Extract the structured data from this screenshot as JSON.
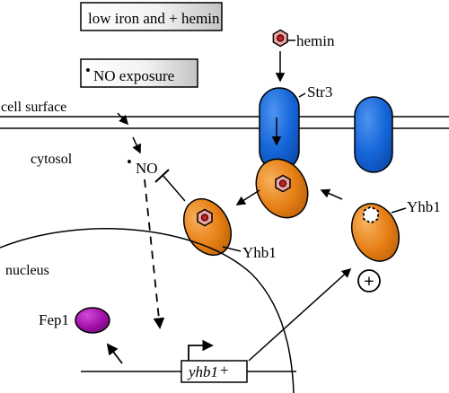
{
  "condition_box": {
    "text": "low iron and + hemin"
  },
  "no_box": {
    "bullet": "•",
    "text": "NO exposure"
  },
  "labels": {
    "hemin": "hemin",
    "str3": "Str3",
    "cell_surface": "cell surface",
    "cytosol": "cytosol",
    "no_molecule": "NO",
    "no_bullet": "•",
    "yhb1_inhibited": "Yhb1",
    "yhb1_induced": "Yhb1",
    "nucleus": "nucleus",
    "fep1": "Fep1",
    "gene_name": "yhb1",
    "gene_plus": "+",
    "induction_symbol": "+"
  },
  "colors": {
    "transporter_blue": "#1565d8",
    "transporter_blue_dark": "#0a3f91",
    "yhb1_orange": "#e67e14",
    "yhb1_orange_dark": "#8a4a08",
    "heme_pink": "#f4a3a3",
    "heme_red": "#c41e1e",
    "fep1_purple": "#a010a8",
    "box_gradient_start": "#ffffff",
    "box_gradient_end": "#c8c8c8"
  },
  "icons": [
    "hexagon-heme-icon",
    "dashed-hexagon-heme-icon",
    "plus-circle-icon"
  ]
}
